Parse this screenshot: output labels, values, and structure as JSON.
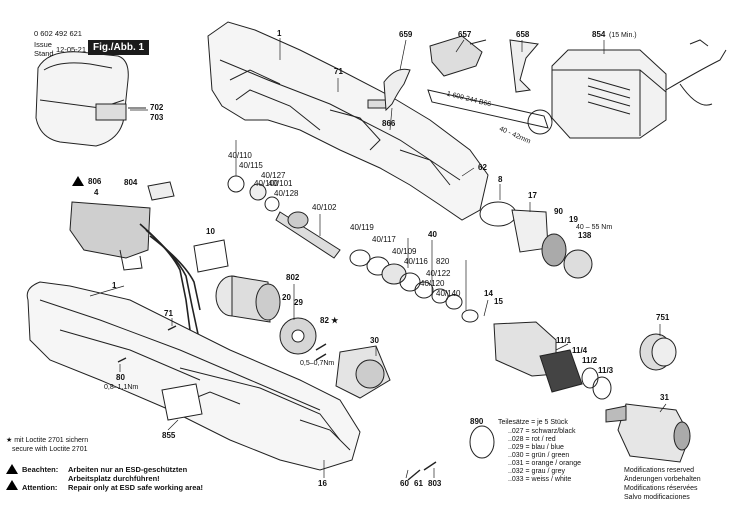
{
  "header": {
    "part_number": "0 602 492 621",
    "issue_label": "Issue",
    "stand_label": "Stand",
    "date": "12-05-21",
    "figure": "Fig./Abb. 1"
  },
  "callouts": {
    "c1a": "1",
    "c1b": "1",
    "c71a": "71",
    "c71b": "71",
    "c659": "659",
    "c657": "657",
    "c658": "658",
    "c854": "854",
    "c854min": "(15 Min.)",
    "c702": "702",
    "c703": "703",
    "c866": "866",
    "c62": "62",
    "c806": "806",
    "c4": "4",
    "c804": "804",
    "c40_110": "40/110",
    "c40_115": "40/115",
    "c40_127": "40/127",
    "c40_100": "40/100",
    "c40_101": "40/101",
    "c40_128": "40/128",
    "c40_102": "40/102",
    "c40_119": "40/119",
    "c40_117": "40/117",
    "c40_109": "40/109",
    "c40_116": "40/116",
    "c40": "40",
    "c820": "820",
    "c40_122": "40/122",
    "c40_120": "40/120",
    "c40_140": "40/140",
    "c8": "8",
    "c17": "17",
    "c90": "90",
    "c19": "19",
    "c40_55": "40 – 55 Nm",
    "c138": "138",
    "c10": "10",
    "c802": "802",
    "c20": "20",
    "c29": "29",
    "c82": "82 ★",
    "c05": "0,5–0,7Nm",
    "c30": "30",
    "c14": "14",
    "c15": "15",
    "c11_1": "11/1",
    "c11_4": "11/4",
    "c11_2": "11/2",
    "c11_3": "11/3",
    "c751": "751",
    "c31": "31",
    "c80": "80",
    "c08": "0,8–1,1Nm",
    "c855": "855",
    "c16": "16",
    "c60": "60",
    "c61": "61",
    "c803": "803",
    "c890": "890",
    "c40_42": "40 - 42mm",
    "wrench_code": "1 609 244 B66"
  },
  "legend": {
    "star_note": "★ mit Loctite 2701 sichern",
    "star_note_en": "secure with Loctite 2701",
    "esd_de_label": "Beachten:",
    "esd_de_1": "Arbeiten nur an ESD-geschützten",
    "esd_de_2": "Arbeitsplatz durchführen!",
    "esd_en_label": "Attention:",
    "esd_en": "Repair only at ESD safe working area!"
  },
  "colors_set": {
    "title": "Teilesätze = je 5 Stück",
    "rows": [
      "..027 = schwarz/black",
      "..028 = rot / red",
      "..029 = blau / blue",
      "..030 = grün / green",
      "..031 = orange / orange",
      "..032 = grau / grey",
      "..033 = weiss / white"
    ]
  },
  "modifications": [
    "Modifications reserved",
    "Änderungen vorbehalten",
    "Modifications réservées",
    "Salvo modificaciones"
  ]
}
